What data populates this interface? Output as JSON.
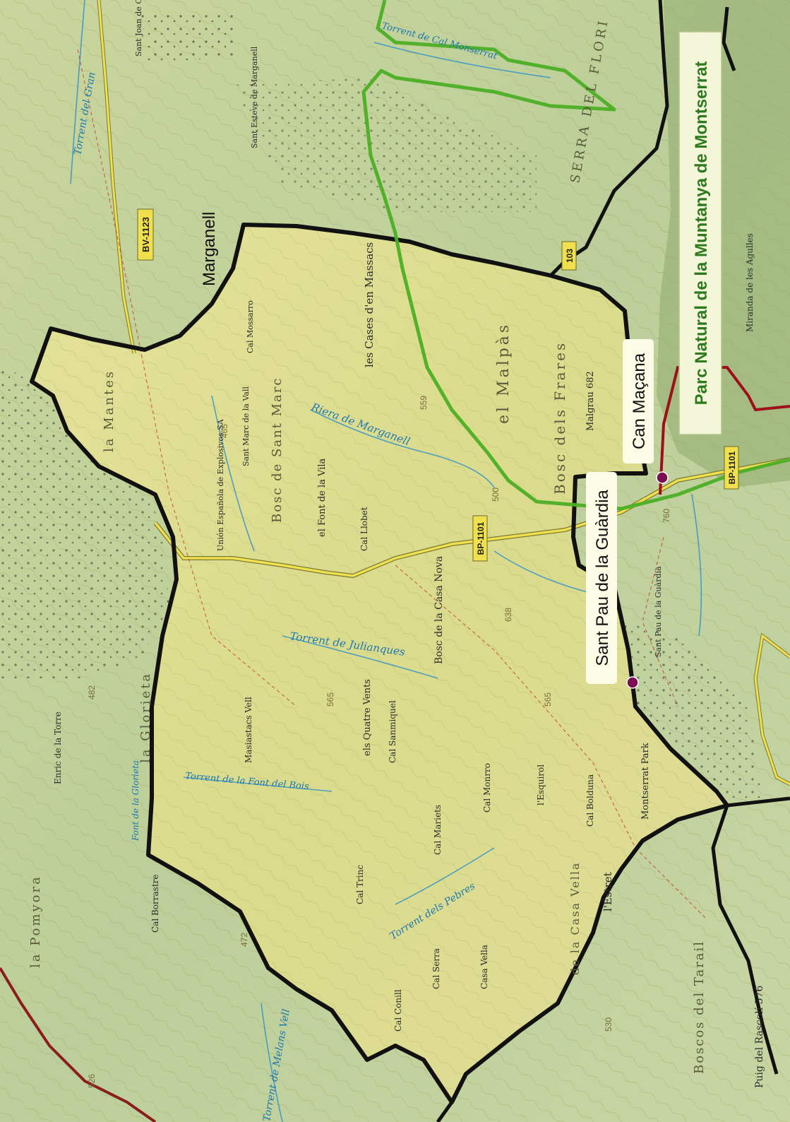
{
  "map": {
    "callouts": {
      "park": "Parc Natural de la Muntanya de Montserrat",
      "can_macana": "Can Maçana",
      "sant_pau": "Sant Pau de la Guàrdia"
    },
    "places": {
      "marganell": "Marganell",
      "cases_massacs": "les Cases d'en Massacs",
      "malpas": "el Malpàs",
      "bosc_frares": "Bosc dels Frares",
      "malgrau": "Malgrau 682",
      "serra_flor": "SERRA DEL FLORI",
      "la_gloriata": "la Glorieta",
      "la_pomyora": "la Pomyora",
      "boscos_tarail": "Boscos del Tarail",
      "puig_rascol": "Puig del Rascolí 576",
      "font_vila": "el Font de la Vila",
      "bosc_sant_marc": "Bosc de Sant Marc",
      "bosc_casa_nova": "Bosc de la Casa Nova",
      "quatre_vents": "els Quatre Vents",
      "cal_sanmiquel": "Cal Sanmiquel",
      "cal_monrro": "Cal Monrro",
      "cal_mariets": "Cal Mariets",
      "estret": "l'Estret",
      "casa_vella": "de la Casa Vella",
      "cal_serra": "Cal Serra",
      "casa_vella2": "Casa Vella",
      "enric_torre": "Enric de la Torre",
      "cal_borrastre": "Cal Borrastre",
      "montserrat_park": "Montserrat Park",
      "sant_pau_small": "Sant Pau de la Guàrdia",
      "miranda": "Miranda de les Agulles",
      "sant_joan": "Sant Joan de Castell",
      "sant_esteve": "Sant Esteve de Marganell",
      "cal_mossarro": "Cal Mossarro",
      "sant_marc_vall": "Sant Marc de la Vall",
      "union_explosivos": "Unión Española de Explosivos SA",
      "masiastacs": "Masiastacs Vell",
      "cal_llobet": "Cal Llobet",
      "cal_trinc": "Cal Trinc",
      "cal_bolduna": "Cal Bolduna",
      "cal_esquirol": "l'Esquirol",
      "cal_conill": "Cal Conill"
    },
    "streams": {
      "riera_marganell": "Riera de Marganell",
      "torrent_julianques": "Torrent de Julianques",
      "torrent_pont_bois": "Torrent de la Font del Bois",
      "torrent_pebres": "Torrent dels Pebres",
      "torrent_gran": "Torrent del Gran",
      "torrent_cal_monserrat": "Torrent de Cal Monserrat",
      "riera_vera": "Torrent de Melans Vell",
      "font_gloriata": "Font de la Glorieta",
      "les_mantes": "la Mantes"
    },
    "roads": {
      "bv1123": "BV-1123",
      "bp1101": "BP-1101",
      "bp1101b": "BP-1101",
      "b103": "103"
    },
    "heights": {
      "h1": "559",
      "h2": "500",
      "h3": "638",
      "h4": "565",
      "h5": "482",
      "h6": "472",
      "h7": "530",
      "h8": "760",
      "h9": "465",
      "h10": "526",
      "h11": "565"
    },
    "colors": {
      "terrain": "#d9d98a",
      "boundary": "#111111",
      "route": "#4caf24",
      "park_green": "#9bb47a",
      "park_label_bg": "#f3f6d8",
      "park_label_text": "#2f7a1e",
      "callout_bg": "#fbfbe6",
      "poi": "#7a0e52",
      "park_boundary_red": "#9e0f1b",
      "road_yellow": "#f1e04d",
      "water": "#2b8fcb"
    }
  }
}
